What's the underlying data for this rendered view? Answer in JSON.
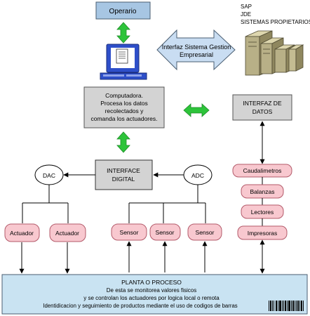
{
  "nodes": {
    "operario": "Operario",
    "erp_labels": [
      "SAP",
      "JDE",
      "SISTEMAS PROPIETARIOS"
    ],
    "interfaz_erp": [
      "Interfaz Sistema Gestion",
      "Empresarial"
    ],
    "computadora": [
      "Computadora.",
      "Procesa los datos",
      "recolectados y",
      "comanda los actuadores."
    ],
    "interfaz_datos": [
      "INTERFAZ DE",
      "DATOS"
    ],
    "interface_digital": [
      "INTERFACE",
      "DIGITAL"
    ],
    "dac": "DAC",
    "adc": "ADC",
    "actuadores": [
      "Actuador",
      "Actuador"
    ],
    "sensores": [
      "Sensor",
      "Sensor",
      "Sensor"
    ],
    "perifericos": [
      "Caudalimetros",
      "Balanzas",
      "Lectores",
      "Impresoras"
    ],
    "planta": [
      "PLANTA O PROCESO",
      "De esta se monitorea valores fisicos",
      "y se controlan los actuadores por logica local o remota",
      "Identidicacion y seguimiento de productos mediante el uso de codigos de barras"
    ]
  },
  "colors": {
    "box_blue": "#a7c6e3",
    "box_grey": "#d3d3d3",
    "pink": "#f8c8cf",
    "pink_border": "#b35a6a",
    "arrow_green": "#2dc43a",
    "arrow_blue": "#c9ddf2",
    "planta_bg": "#c9e3f2"
  },
  "icons": [
    "computer-icon",
    "server-rack-icon",
    "barcode-icon"
  ]
}
